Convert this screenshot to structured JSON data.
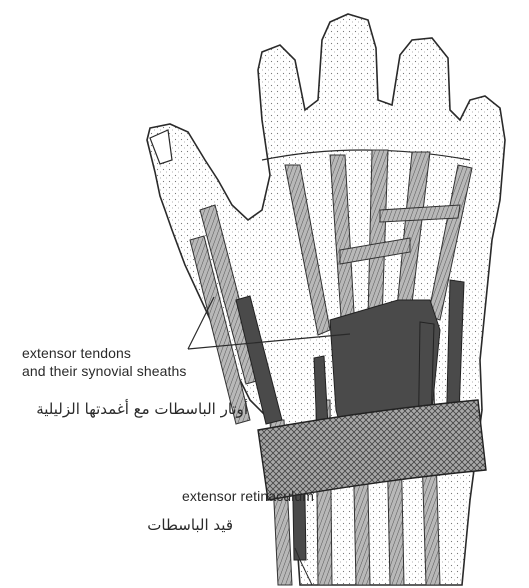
{
  "labels": {
    "tendons_line1": "extensor tendons",
    "tendons_line2": "and their synovial sheaths",
    "tendons_arabic": "أوتار الباسطات مع أغمدتها الزليلية",
    "retinaculum_en": "extensor retinaculum",
    "retinaculum_arabic": "قيد الباسطات"
  },
  "colors": {
    "ink": "#2a2a2a",
    "tendon_fill": "#bdbdbd",
    "sheath_fill": "#4a4a4a",
    "band_fill": "#9a9a9a",
    "paper": "#ffffff"
  }
}
